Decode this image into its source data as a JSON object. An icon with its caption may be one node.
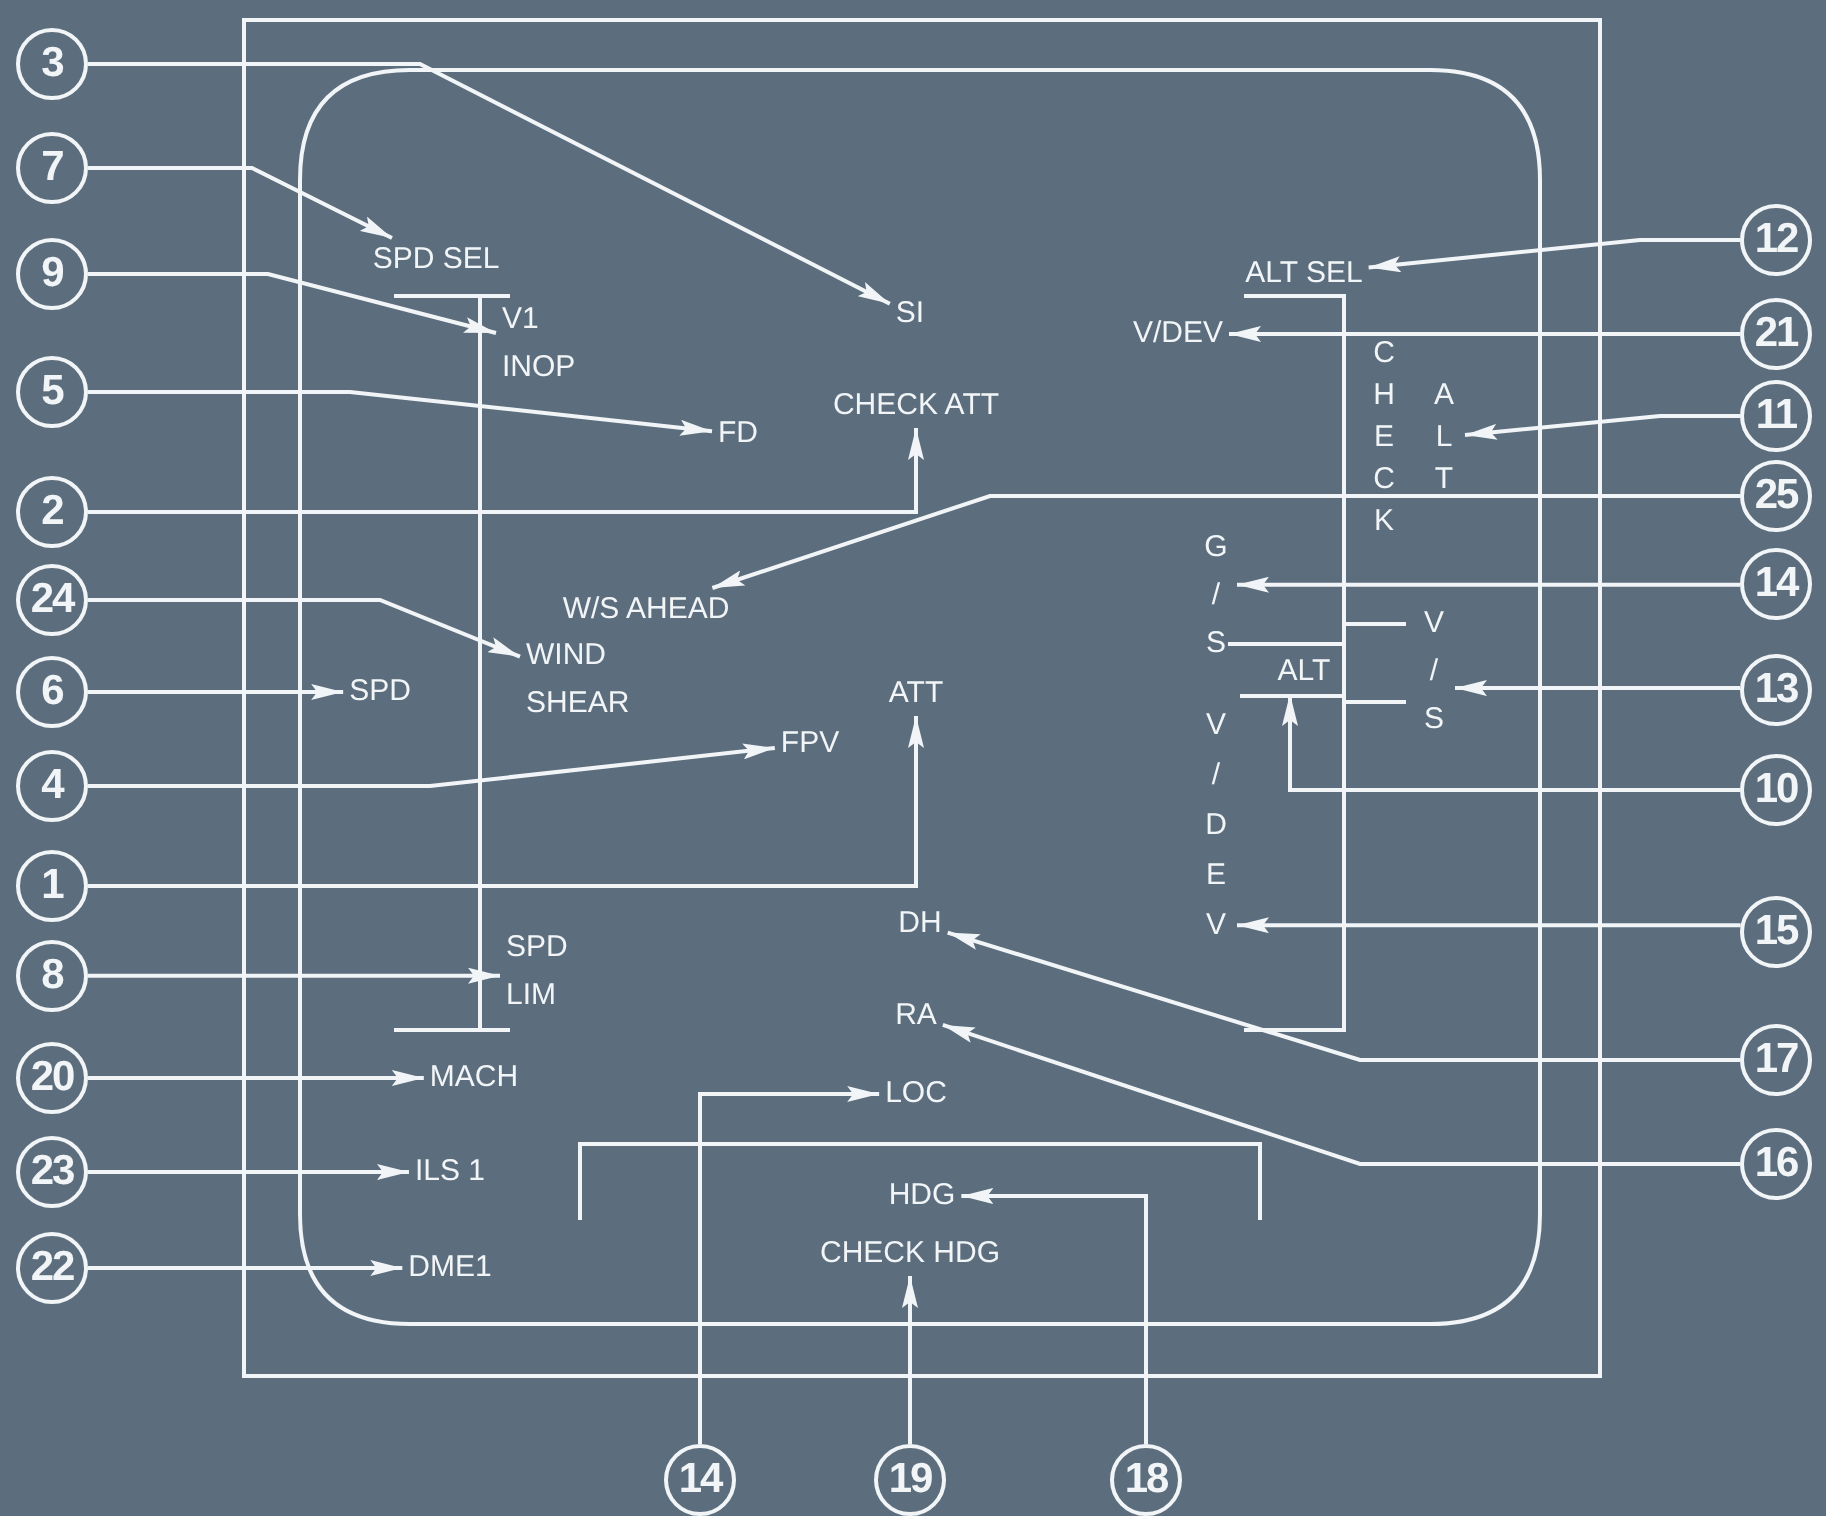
{
  "diagram": {
    "nodes": [
      {
        "text": [
          "3"
        ]
      },
      {
        "text": [
          "SI"
        ]
      },
      {
        "text": [
          "7"
        ]
      },
      {
        "text": [
          "SPD SEL"
        ]
      },
      {
        "text": [
          "9"
        ]
      },
      {
        "text": [
          "V1 INOP"
        ]
      },
      {
        "text": [
          "5"
        ]
      },
      {
        "text": [
          "FD"
        ]
      },
      {
        "text": [
          "2"
        ]
      },
      {
        "text": [
          "CHECK ATT"
        ]
      },
      {
        "text": [
          "24"
        ]
      },
      {
        "text": [
          "WIND SHEAR"
        ]
      },
      {
        "text": [
          "6"
        ]
      },
      {
        "text": [
          "SPD"
        ]
      },
      {
        "text": [
          "4"
        ]
      },
      {
        "text": [
          "FPV"
        ]
      },
      {
        "text": [
          "1"
        ]
      },
      {
        "text": [
          "ATT"
        ]
      },
      {
        "text": [
          "8"
        ]
      },
      {
        "text": [
          "SPD LIM"
        ]
      },
      {
        "text": [
          "20"
        ]
      },
      {
        "text": [
          "MACH"
        ]
      },
      {
        "text": [
          "23"
        ]
      },
      {
        "text": [
          "ILS 1"
        ]
      },
      {
        "text": [
          "22"
        ]
      },
      {
        "text": [
          "DME1"
        ]
      },
      {
        "text": [
          "12"
        ]
      },
      {
        "text": [
          "ALT SEL"
        ]
      },
      {
        "text": [
          "21"
        ]
      },
      {
        "text": [
          "V/DEV"
        ]
      },
      {
        "text": [
          "11"
        ]
      },
      {
        "text": [
          "ALT"
        ]
      },
      {
        "text": [
          "25"
        ]
      },
      {
        "text": [
          "W/S AHEAD"
        ]
      },
      {
        "text": [
          "14"
        ]
      },
      {
        "text": [
          "G/S"
        ]
      },
      {
        "text": [
          "13"
        ]
      },
      {
        "text": [
          "V/S"
        ]
      },
      {
        "text": [
          "10"
        ]
      },
      {
        "text": [
          "ALT"
        ]
      },
      {
        "text": [
          "15"
        ]
      },
      {
        "text": [
          "V/DEV"
        ]
      },
      {
        "text": [
          "17"
        ]
      },
      {
        "text": [
          "DH"
        ]
      },
      {
        "text": [
          "16"
        ]
      },
      {
        "text": [
          "RA"
        ]
      },
      {
        "text": [
          "14"
        ]
      },
      {
        "text": [
          "LOC"
        ]
      },
      {
        "text": [
          "19"
        ]
      },
      {
        "text": [
          "CHECK HDG"
        ]
      },
      {
        "text": [
          "18"
        ]
      },
      {
        "text": [
          "HDG"
        ]
      },
      {
        "text": [
          "CHECK"
        ]
      }
    ],
    "edges": [
      {
        "from": 0,
        "to": 1,
        "arrow": "to"
      },
      {
        "from": 2,
        "to": 3,
        "arrow": "to"
      },
      {
        "from": 4,
        "to": 5,
        "arrow": "to"
      },
      {
        "from": 6,
        "to": 7,
        "arrow": "to"
      },
      {
        "from": 8,
        "to": 9,
        "arrow": "to"
      },
      {
        "from": 10,
        "to": 11,
        "arrow": "to"
      },
      {
        "from": 12,
        "to": 13,
        "arrow": "to"
      },
      {
        "from": 14,
        "to": 15,
        "arrow": "to"
      },
      {
        "from": 16,
        "to": 17,
        "arrow": "to"
      },
      {
        "from": 18,
        "to": 19,
        "arrow": "to"
      },
      {
        "from": 20,
        "to": 21,
        "arrow": "to"
      },
      {
        "from": 22,
        "to": 23,
        "arrow": "to"
      },
      {
        "from": 24,
        "to": 25,
        "arrow": "to"
      },
      {
        "from": 26,
        "to": 27,
        "arrow": "to"
      },
      {
        "from": 28,
        "to": 29,
        "arrow": "to"
      },
      {
        "from": 30,
        "to": 31,
        "arrow": "to"
      },
      {
        "from": 32,
        "to": 33,
        "arrow": "to"
      },
      {
        "from": 34,
        "to": 35,
        "arrow": "to"
      },
      {
        "from": 36,
        "to": 37,
        "arrow": "to"
      },
      {
        "from": 38,
        "to": 39,
        "arrow": "to"
      },
      {
        "from": 40,
        "to": 41,
        "arrow": "to"
      },
      {
        "from": 42,
        "to": 43,
        "arrow": "to"
      },
      {
        "from": 44,
        "to": 45,
        "arrow": "to"
      },
      {
        "from": 46,
        "to": 47,
        "arrow": "to"
      },
      {
        "from": 48,
        "to": 49,
        "arrow": "to"
      },
      {
        "from": 50,
        "to": 51,
        "arrow": "to"
      }
    ]
  }
}
